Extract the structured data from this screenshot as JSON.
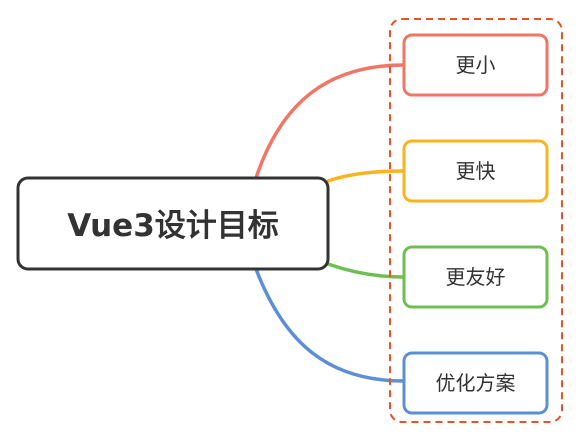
{
  "diagram": {
    "root": {
      "label": "Vue3设计目标",
      "stroke": "#333333"
    },
    "group_border_color": "#e0562a",
    "branches": [
      {
        "label": "更小",
        "color": "#f07665"
      },
      {
        "label": "更快",
        "color": "#fab41e"
      },
      {
        "label": "更友好",
        "color": "#6cc052"
      },
      {
        "label": "优化方案",
        "color": "#5c8fd6"
      }
    ]
  }
}
